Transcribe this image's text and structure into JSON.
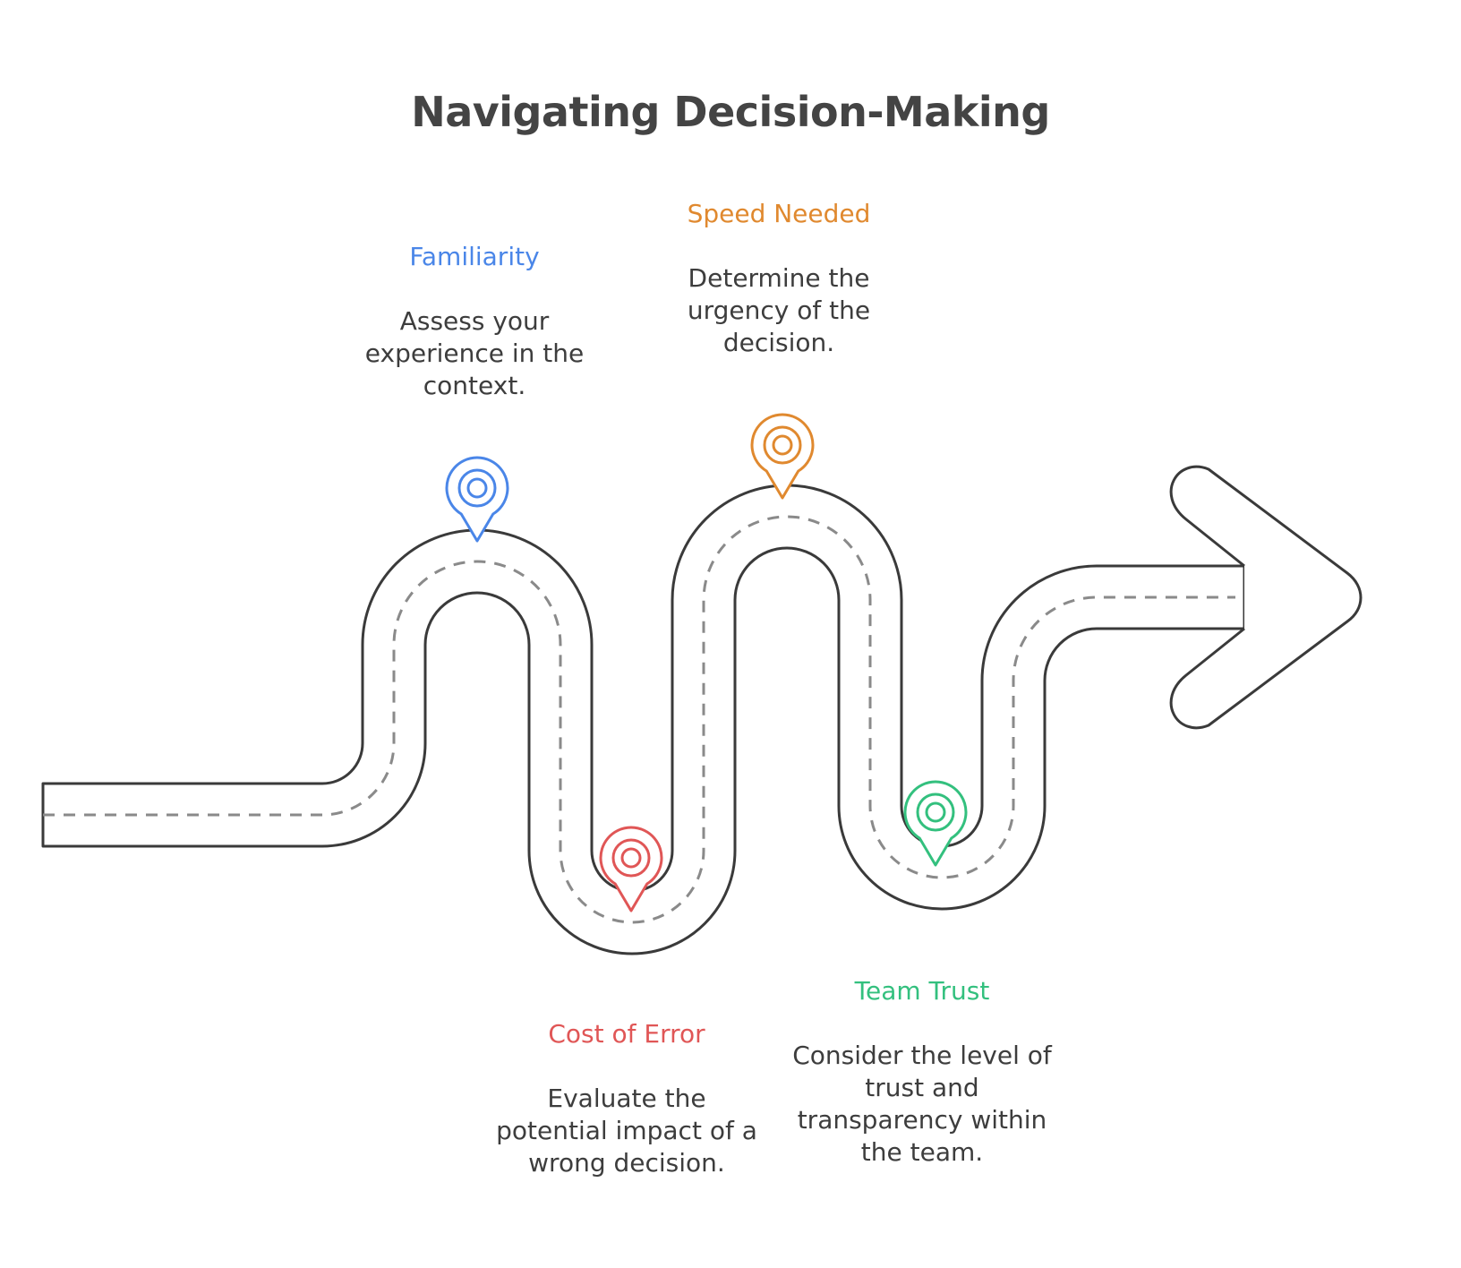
{
  "title": "Navigating Decision-Making",
  "steps": [
    {
      "title": "Familiarity",
      "desc_lines": [
        "Assess your",
        "experience in the",
        "context."
      ],
      "color": "#4a86e8"
    },
    {
      "title": "Cost of Error",
      "desc_lines": [
        "Evaluate the",
        "potential impact of a",
        "wrong decision."
      ],
      "color": "#e05656"
    },
    {
      "title": "Speed Needed",
      "desc_lines": [
        "Determine the",
        "urgency of the",
        "decision."
      ],
      "color": "#e0892f"
    },
    {
      "title": "Team Trust",
      "desc_lines": [
        "Consider the level of",
        "trust and",
        "transparency within",
        "the team."
      ],
      "color": "#33c07e"
    }
  ],
  "road": {
    "outline_color": "#3a3a3a",
    "dash_color": "#8a8a8a"
  }
}
